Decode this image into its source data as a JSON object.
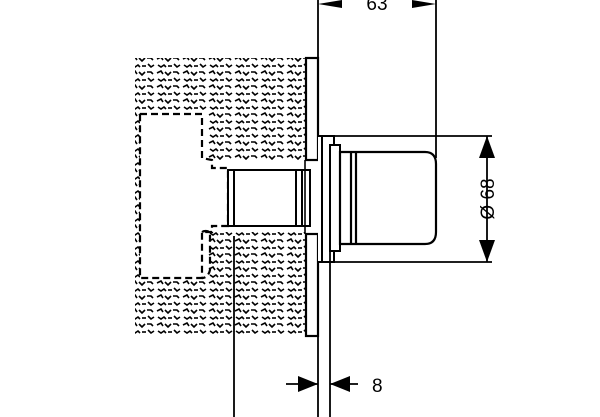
{
  "diagram": {
    "dimensions": {
      "depth": {
        "label": "63"
      },
      "diameter": {
        "label": "Ø 68"
      },
      "plate_thickness": {
        "label": "8"
      }
    },
    "colors": {
      "line": "#000000",
      "background": "#ffffff",
      "wall_hatch": "#000000"
    }
  }
}
